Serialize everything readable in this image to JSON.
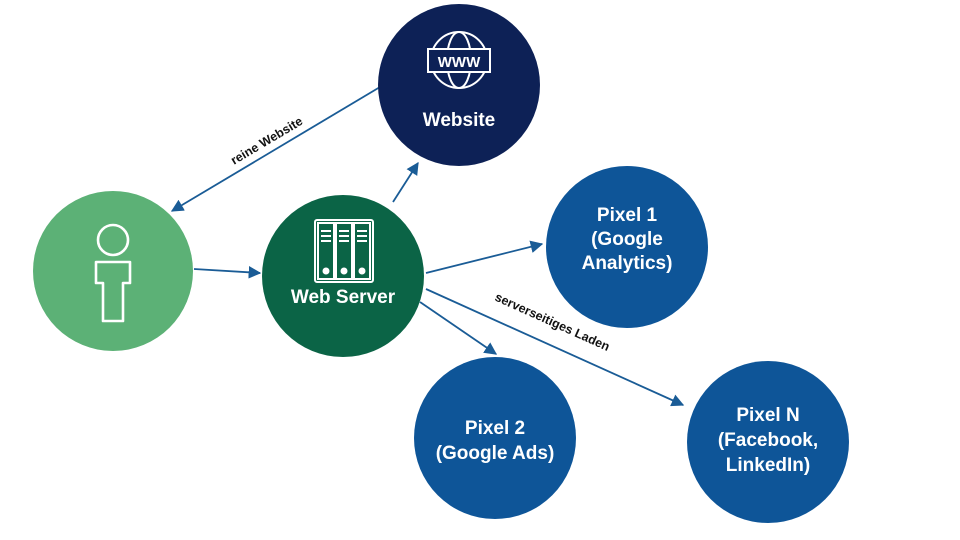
{
  "nodes": {
    "user": {
      "color": "#5cb176",
      "icon": "person-icon"
    },
    "web_server": {
      "label": "Web Server",
      "color": "#0b6446",
      "icon": "server-rack-icon"
    },
    "website": {
      "label": "Website",
      "color": "#0d2156",
      "icon": "globe-www-icon",
      "icon_text": "WWW"
    },
    "pixel1": {
      "lines": [
        "Pixel 1",
        "(Google",
        "Analytics)"
      ],
      "color": "#0e5598"
    },
    "pixel2": {
      "lines": [
        "Pixel 2",
        "(Google Ads)"
      ],
      "color": "#0e5598"
    },
    "pixelN": {
      "lines": [
        "Pixel N",
        "(Facebook,",
        "LinkedIn)"
      ],
      "color": "#0e5598"
    }
  },
  "edges": {
    "website_to_user": {
      "label": "reine Website"
    },
    "server_to_pixelN": {
      "label": "serverseitiges Laden"
    },
    "color": "#1a5c96"
  }
}
